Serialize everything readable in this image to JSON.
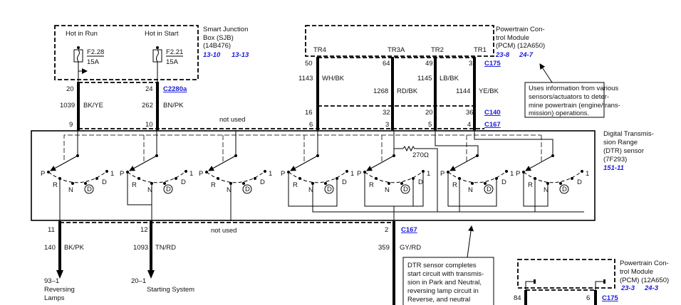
{
  "sjb": {
    "hot_run": "Hot in Run",
    "hot_start": "Hot in Start",
    "fuse1": "F2.28",
    "fuse1_rating": "15A",
    "fuse2": "F2.21",
    "fuse2_rating": "15A",
    "label": [
      "Smart Junction",
      "Box (SJB)",
      "(14B476)"
    ],
    "refs": [
      "13-10",
      "13-13"
    ]
  },
  "c2280a": {
    "name": "C2280a",
    "pins": [
      "20",
      "24"
    ],
    "circuits": [
      "1039",
      "262"
    ],
    "colors": [
      "BK/YE",
      "BN/PK"
    ]
  },
  "pcm_top": {
    "terminals": [
      "TR4",
      "TR3A",
      "TR2",
      "TR1"
    ],
    "label": [
      "Powertrain Con-",
      "trol Module",
      "(PCM) (12A650)"
    ],
    "refs": [
      "23-8",
      "24-7"
    ]
  },
  "c175_top": {
    "name": "C175",
    "pins": [
      "50",
      "64",
      "49",
      "3"
    ]
  },
  "pcm_circuits": {
    "circuits": [
      "1143",
      "1268",
      "1145",
      "1144"
    ],
    "colors": [
      "WH/BK",
      "RD/BK",
      "LB/BK",
      "YE/BK"
    ]
  },
  "c140": {
    "name": "C140",
    "pins": [
      "16",
      "32",
      "20",
      "36"
    ]
  },
  "c167_top": {
    "name": "C167",
    "pins": [
      "9",
      "10",
      "6",
      "3",
      "5",
      "4"
    ],
    "not_used": "not used"
  },
  "pcm_callout": [
    "Uses information from various",
    "sensors/actuators to deter-",
    "mine powertrain (engine/trans-",
    "mission) operations."
  ],
  "dtr": {
    "label": [
      "Digital Transmis-",
      "sion Range",
      "(DTR) sensor",
      "(7F293)"
    ],
    "ref": "151-11",
    "resistor": "270Ω",
    "positions": {
      "p": "P",
      "r": "R",
      "n": "N",
      "od": "D",
      "d": "D",
      "one": "1"
    }
  },
  "c167_bottom": {
    "name": "C167",
    "pins": [
      "11",
      "12",
      "2"
    ],
    "not_used": "not used",
    "circuits": [
      "140",
      "1093",
      "359"
    ],
    "colors": [
      "BK/PK",
      "TN/RD",
      "GY/RD"
    ]
  },
  "destinations": {
    "rev_ref": "93–1",
    "rev_label": [
      "Reversing",
      "Lamps"
    ],
    "start_ref": "20–1",
    "start_label": "Starting System"
  },
  "dtr_callout": [
    "DTR sensor completes",
    "start circuit with transmis-",
    "sion in Park and Neutral,",
    "reversing lamp circuit in",
    "Reverse, and neutral"
  ],
  "pcm_bottom": {
    "label": [
      "Powertrain Con-",
      "trol Module",
      "(PCM) (12A650)"
    ],
    "refs": [
      "23-3",
      "24-3"
    ],
    "connector": "C175",
    "pins": [
      "84",
      "6"
    ]
  }
}
